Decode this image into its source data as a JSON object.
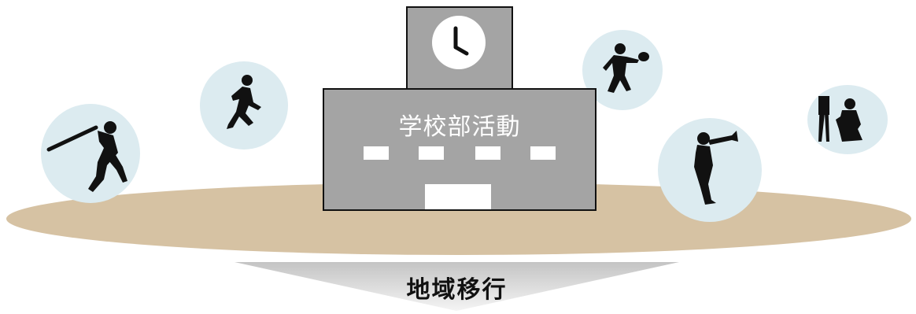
{
  "building": {
    "label": "学校部活動",
    "icon": "school-building-icon"
  },
  "activities": [
    {
      "name": "baseball",
      "icon": "baseball-batter-icon"
    },
    {
      "name": "running",
      "icon": "runner-icon"
    },
    {
      "name": "table-tennis",
      "icon": "table-tennis-player-icon"
    },
    {
      "name": "trumpet",
      "icon": "trumpet-player-icon"
    },
    {
      "name": "painting",
      "icon": "painter-easel-icon"
    }
  ],
  "transition": {
    "label": "地域移行",
    "icon": "down-arrow-banner"
  },
  "colors": {
    "ground": "#d6c2a3",
    "building": "#a4a4a4",
    "activity_circle": "#dcebf0",
    "banner_arrow": "#c9c9c9"
  }
}
